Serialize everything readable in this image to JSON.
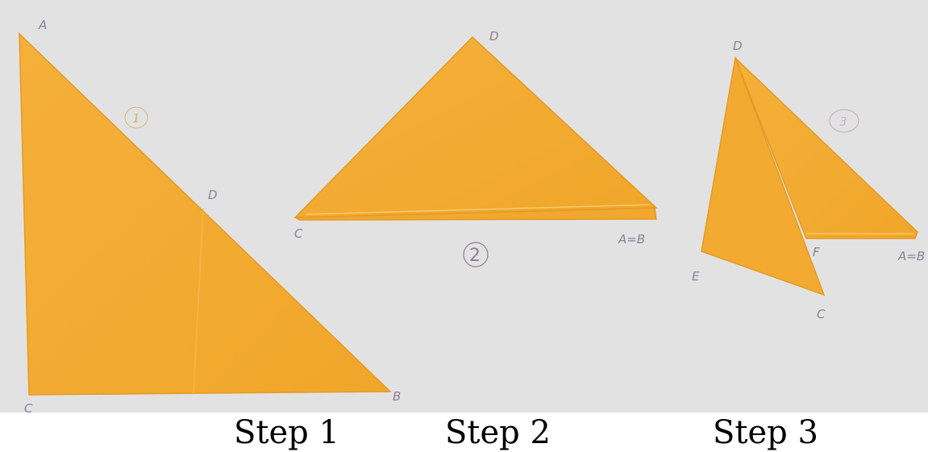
{
  "photo": {
    "background": "#e3e2e2",
    "paper_color": "#f4a92f",
    "paper_shade": "#e49a24",
    "pencil_color": "#8a7f9a"
  },
  "step1": {
    "number_mark": "1",
    "labels": {
      "a": "A",
      "d": "D",
      "c": "C",
      "b": "B"
    }
  },
  "step2": {
    "number_mark": "2",
    "labels": {
      "d": "D",
      "c": "C",
      "ab": "A=B"
    }
  },
  "step3": {
    "number_mark": "3",
    "labels": {
      "d": "D",
      "e": "E",
      "f": "F",
      "c": "C",
      "ab": "A=B"
    }
  },
  "captions": {
    "step1": "Step 1",
    "step2": "Step 2",
    "step3": "Step 3"
  }
}
